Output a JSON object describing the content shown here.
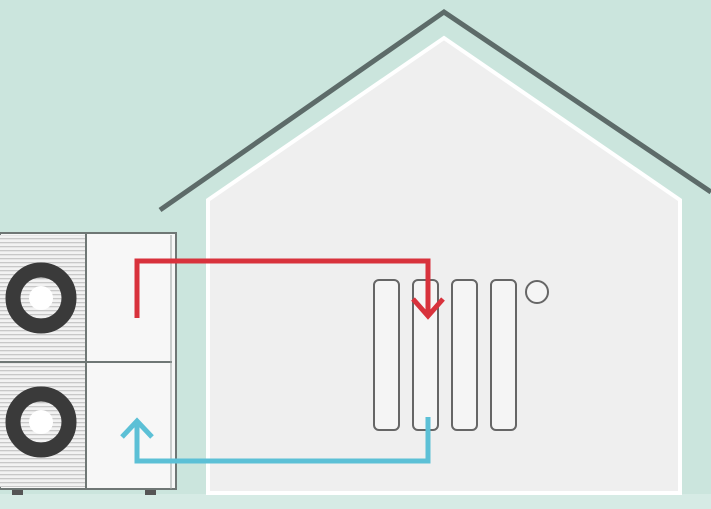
{
  "colors": {
    "background": "#cbe5dd",
    "house_fill": "#efefef",
    "roof": "#5d6b69",
    "hot_flow": "#d8323c",
    "cold_flow": "#5cc0d6",
    "fan": "#3a3a3a",
    "unit_outline": "#6f7775"
  },
  "elements": {
    "outdoor_unit": {
      "fans": 2
    },
    "radiator": {
      "sections": 4
    },
    "flows": [
      "hot-supply",
      "cold-return"
    ]
  }
}
